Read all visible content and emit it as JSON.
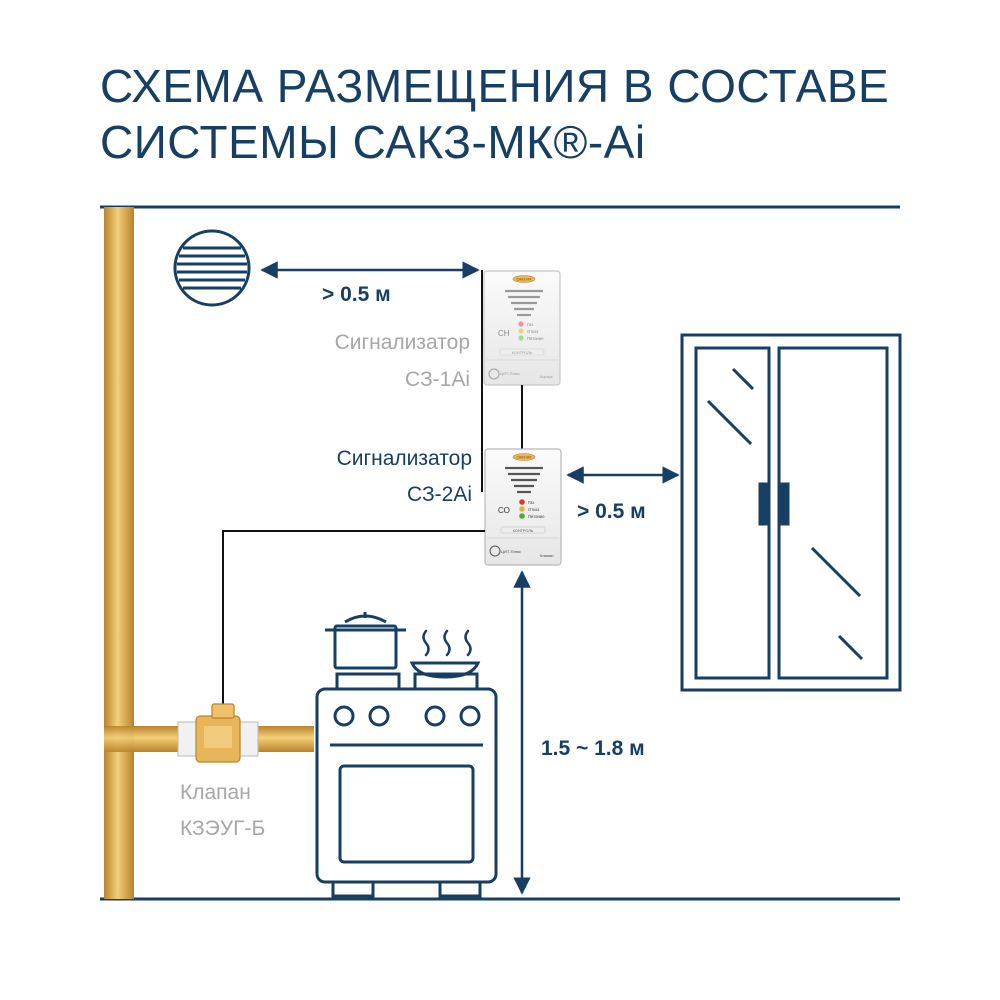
{
  "title": {
    "line1": "СХЕМА РАЗМЕЩЕНИЯ В СОСТАВЕ",
    "line2": "СИСТЕМЫ САКЗ-МК®-Ai"
  },
  "labels": {
    "distance_vent": "> 0.5 м",
    "distance_window": "> 0.5 м",
    "height_range": "1.5 ~ 1.8 м"
  },
  "detectors": [
    {
      "name_line1": "Сигнализатор",
      "name_line2": "СЗ-1Ai",
      "panel_text": "СН",
      "indicators": [
        "Газ",
        "Отказ",
        "Питание"
      ],
      "button": "КОНТРОЛЬ",
      "brand": "ЦИТ-Плюс",
      "footer": "Корпус",
      "badge": "САКЗ-МК"
    },
    {
      "name_line1": "Сигнализатор",
      "name_line2": "СЗ-2Ai",
      "panel_text": "СО",
      "indicators": [
        "Газ",
        "Отказ",
        "Питание"
      ],
      "button": "КОНТРОЛЬ",
      "brand": "ЦИТ-Плюс",
      "footer": "Клапан",
      "badge": "САКЗ-МК"
    }
  ],
  "valve": {
    "name_line1": "Клапан",
    "name_line2": "КЗЭУГ-Б"
  },
  "colors": {
    "navy": "#173f63",
    "pipe": "#d9a94a",
    "gray_label": "#a7a7a7",
    "led_red": "#d23a2a",
    "led_green": "#4ea83a"
  }
}
